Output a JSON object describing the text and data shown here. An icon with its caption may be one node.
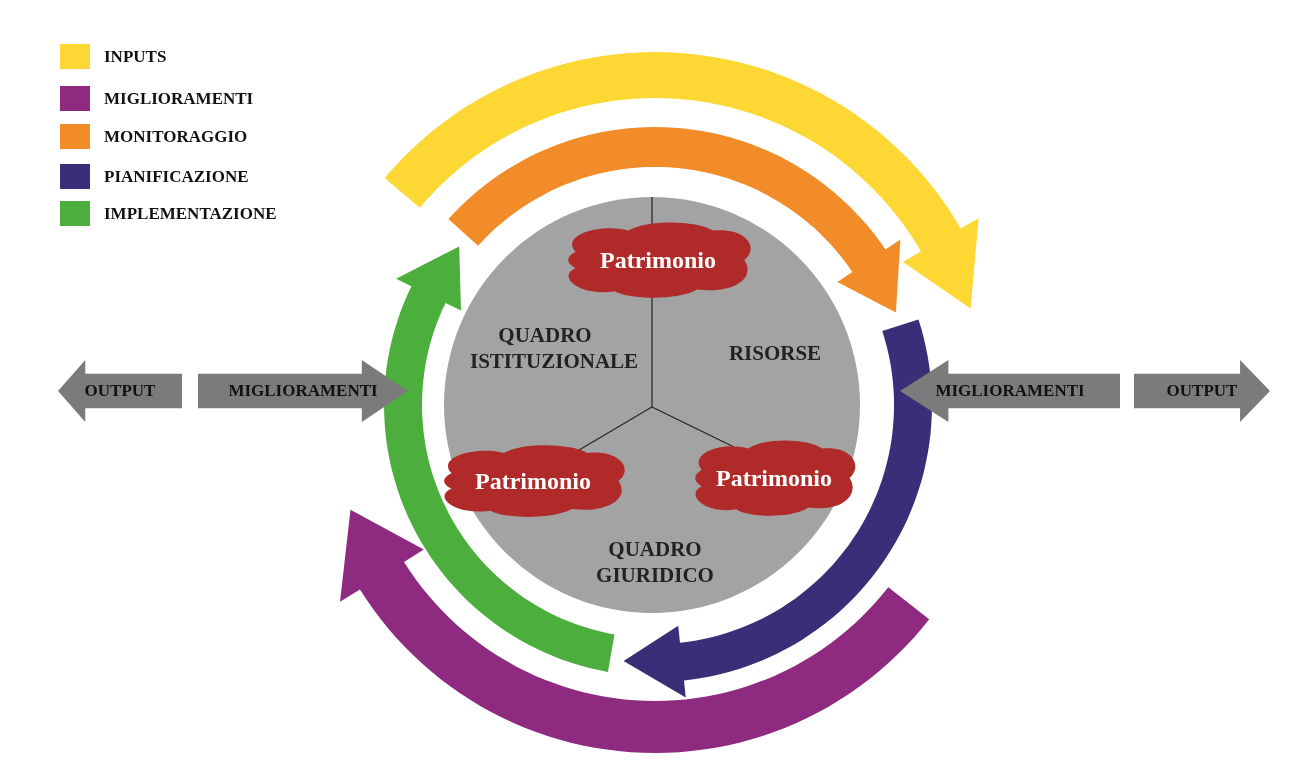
{
  "diagram": {
    "nodes": [
      {
        "text": [
          "OUTPUT"
        ]
      },
      {
        "text": [
          "MIGLIORAMENTI"
        ]
      },
      {
        "text": [],
        "shape": "circle"
      },
      {
        "text": [
          "Patrimonio"
        ],
        "in": 2
      },
      {
        "text": [
          "Patrimonio"
        ],
        "in": 2
      },
      {
        "text": [
          "Patrimonio"
        ],
        "in": 2
      },
      {
        "text": [
          "MIGLIORAMENTI"
        ]
      },
      {
        "text": [
          "OUTPUT"
        ]
      }
    ],
    "edges": [],
    "labels": [
      "QUADRO ISTITUZIONALE",
      "RISORSE",
      "QUADRO GIURIDICO"
    ],
    "legend": [
      {
        "text": "INPUTS",
        "color": "#fdd835"
      },
      {
        "text": "MIGLIORAMENTI",
        "color": "#8e2a80"
      },
      {
        "text": "MONITORAGGIO",
        "color": "#f28c28"
      },
      {
        "text": "PIANIFICAZIONE",
        "color": "#3b2d78"
      },
      {
        "text": "IMPLEMENTAZIONE",
        "color": "#4cae3c"
      }
    ]
  }
}
